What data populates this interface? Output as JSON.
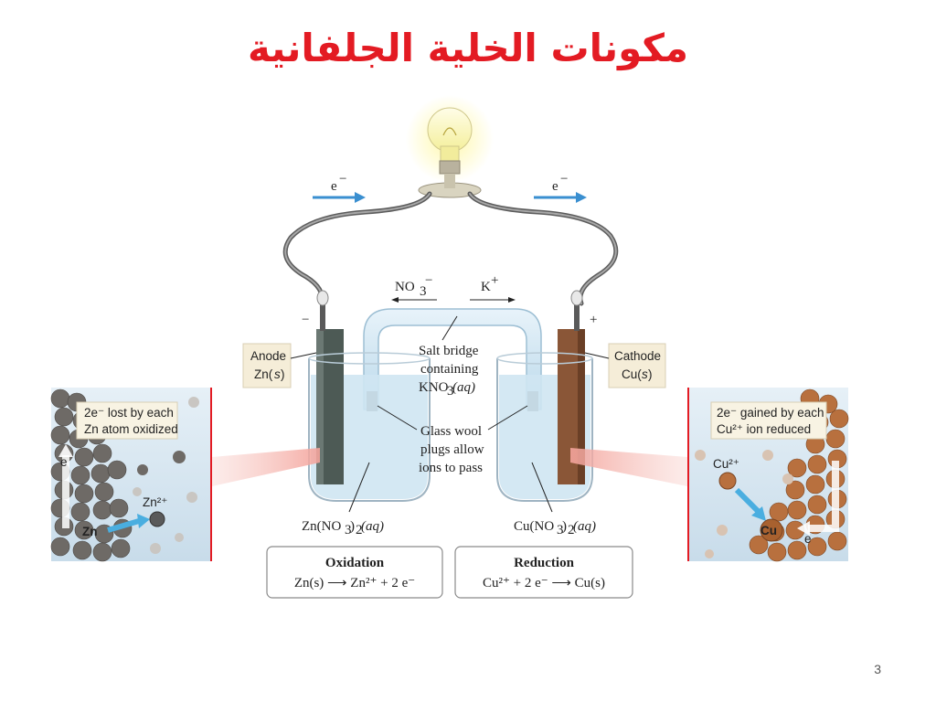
{
  "slide": {
    "title": "مكونات الخلية الجلفانية",
    "number": "3"
  },
  "diagram": {
    "electron_left": "e",
    "electron_right": "e",
    "electron_sup": "−",
    "anion_label": "NO",
    "anion_sub": "3",
    "anion_sup": "−",
    "cation_label": "K",
    "cation_sup": "+",
    "minus_sign": "−",
    "plus_sign": "+",
    "anode_line1": "Anode",
    "anode_line2": "Zn(",
    "anode_state": "s",
    "anode_close": ")",
    "cathode_line1": "Cathode",
    "cathode_line2": "Cu(",
    "cathode_state": "s",
    "cathode_close": ")",
    "salt_bridge_line1": "Salt bridge",
    "salt_bridge_line2": "containing",
    "salt_bridge_line3": "KNO",
    "salt_bridge_sub": "3",
    "salt_bridge_aq": "(aq)",
    "glass_wool_line1": "Glass wool",
    "glass_wool_line2": "plugs allow",
    "glass_wool_line3": "ions to pass",
    "left_solution": "Zn(NO",
    "left_solution_sub": "3",
    "left_solution_close": ")",
    "left_solution_sub2": "2",
    "left_solution_aq": "(aq)",
    "right_solution": "Cu(NO",
    "right_solution_sub": "3",
    "right_solution_close": ")",
    "right_solution_sub2": "2",
    "right_solution_aq": "(aq)",
    "oxidation_title": "Oxidation",
    "oxidation_eq": "Zn(s)  ⟶  Zn²⁺ + 2 e⁻",
    "reduction_title": "Reduction",
    "reduction_eq": "Cu²⁺ + 2 e⁻  ⟶  Cu(s)",
    "left_inset_line1": "2e⁻ lost by each",
    "left_inset_line2": "Zn atom oxidized",
    "left_inset_ion": "Zn²⁺",
    "left_inset_atom": "Zn",
    "left_inset_e": "e",
    "right_inset_line1": "2e⁻ gained by each",
    "right_inset_line2": "Cu²⁺ ion reduced",
    "right_inset_ion": "Cu²⁺",
    "right_inset_atom": "Cu",
    "right_inset_e": "e"
  },
  "colors": {
    "title": "#e31b23",
    "electron_arrow": "#3a8fd0",
    "zinc": "#4d5a55",
    "copper": "#8a5637",
    "solution": "#cfe6f2"
  }
}
